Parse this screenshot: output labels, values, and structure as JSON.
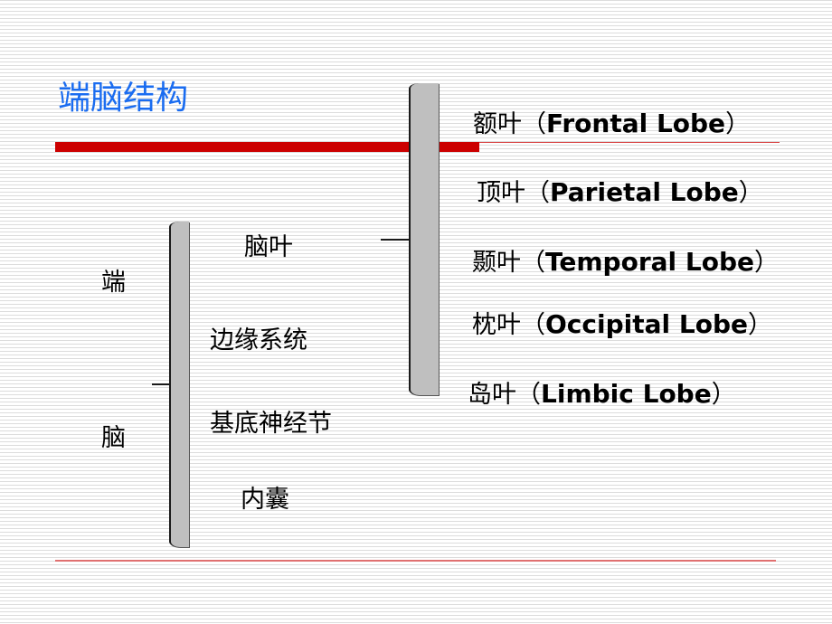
{
  "slide": {
    "title": "端脑结构",
    "left_label_top": "端",
    "left_label_bottom": "脑",
    "components": [
      {
        "label": "脑叶"
      },
      {
        "label": "边缘系统"
      },
      {
        "label": "基底神经节"
      },
      {
        "label": "内囊"
      }
    ],
    "lobes": [
      {
        "zh": "额叶（",
        "en": "Frontal Lobe",
        "close": "）"
      },
      {
        "zh": "顶叶（",
        "en": "Parietal Lobe",
        "close": "）"
      },
      {
        "zh": "颞叶（",
        "en": "Temporal Lobe",
        "close": "）"
      },
      {
        "zh": "枕叶（",
        "en": "Occipital Lobe",
        "close": "）"
      },
      {
        "zh": "岛叶（",
        "en": "Limbic Lobe",
        "close": "）"
      }
    ]
  },
  "colors": {
    "title": "#1a6cf0",
    "accent_bar": "#cc0000",
    "bracket_fill": "#bfbfbf",
    "bottom_rule": "#e07070"
  }
}
